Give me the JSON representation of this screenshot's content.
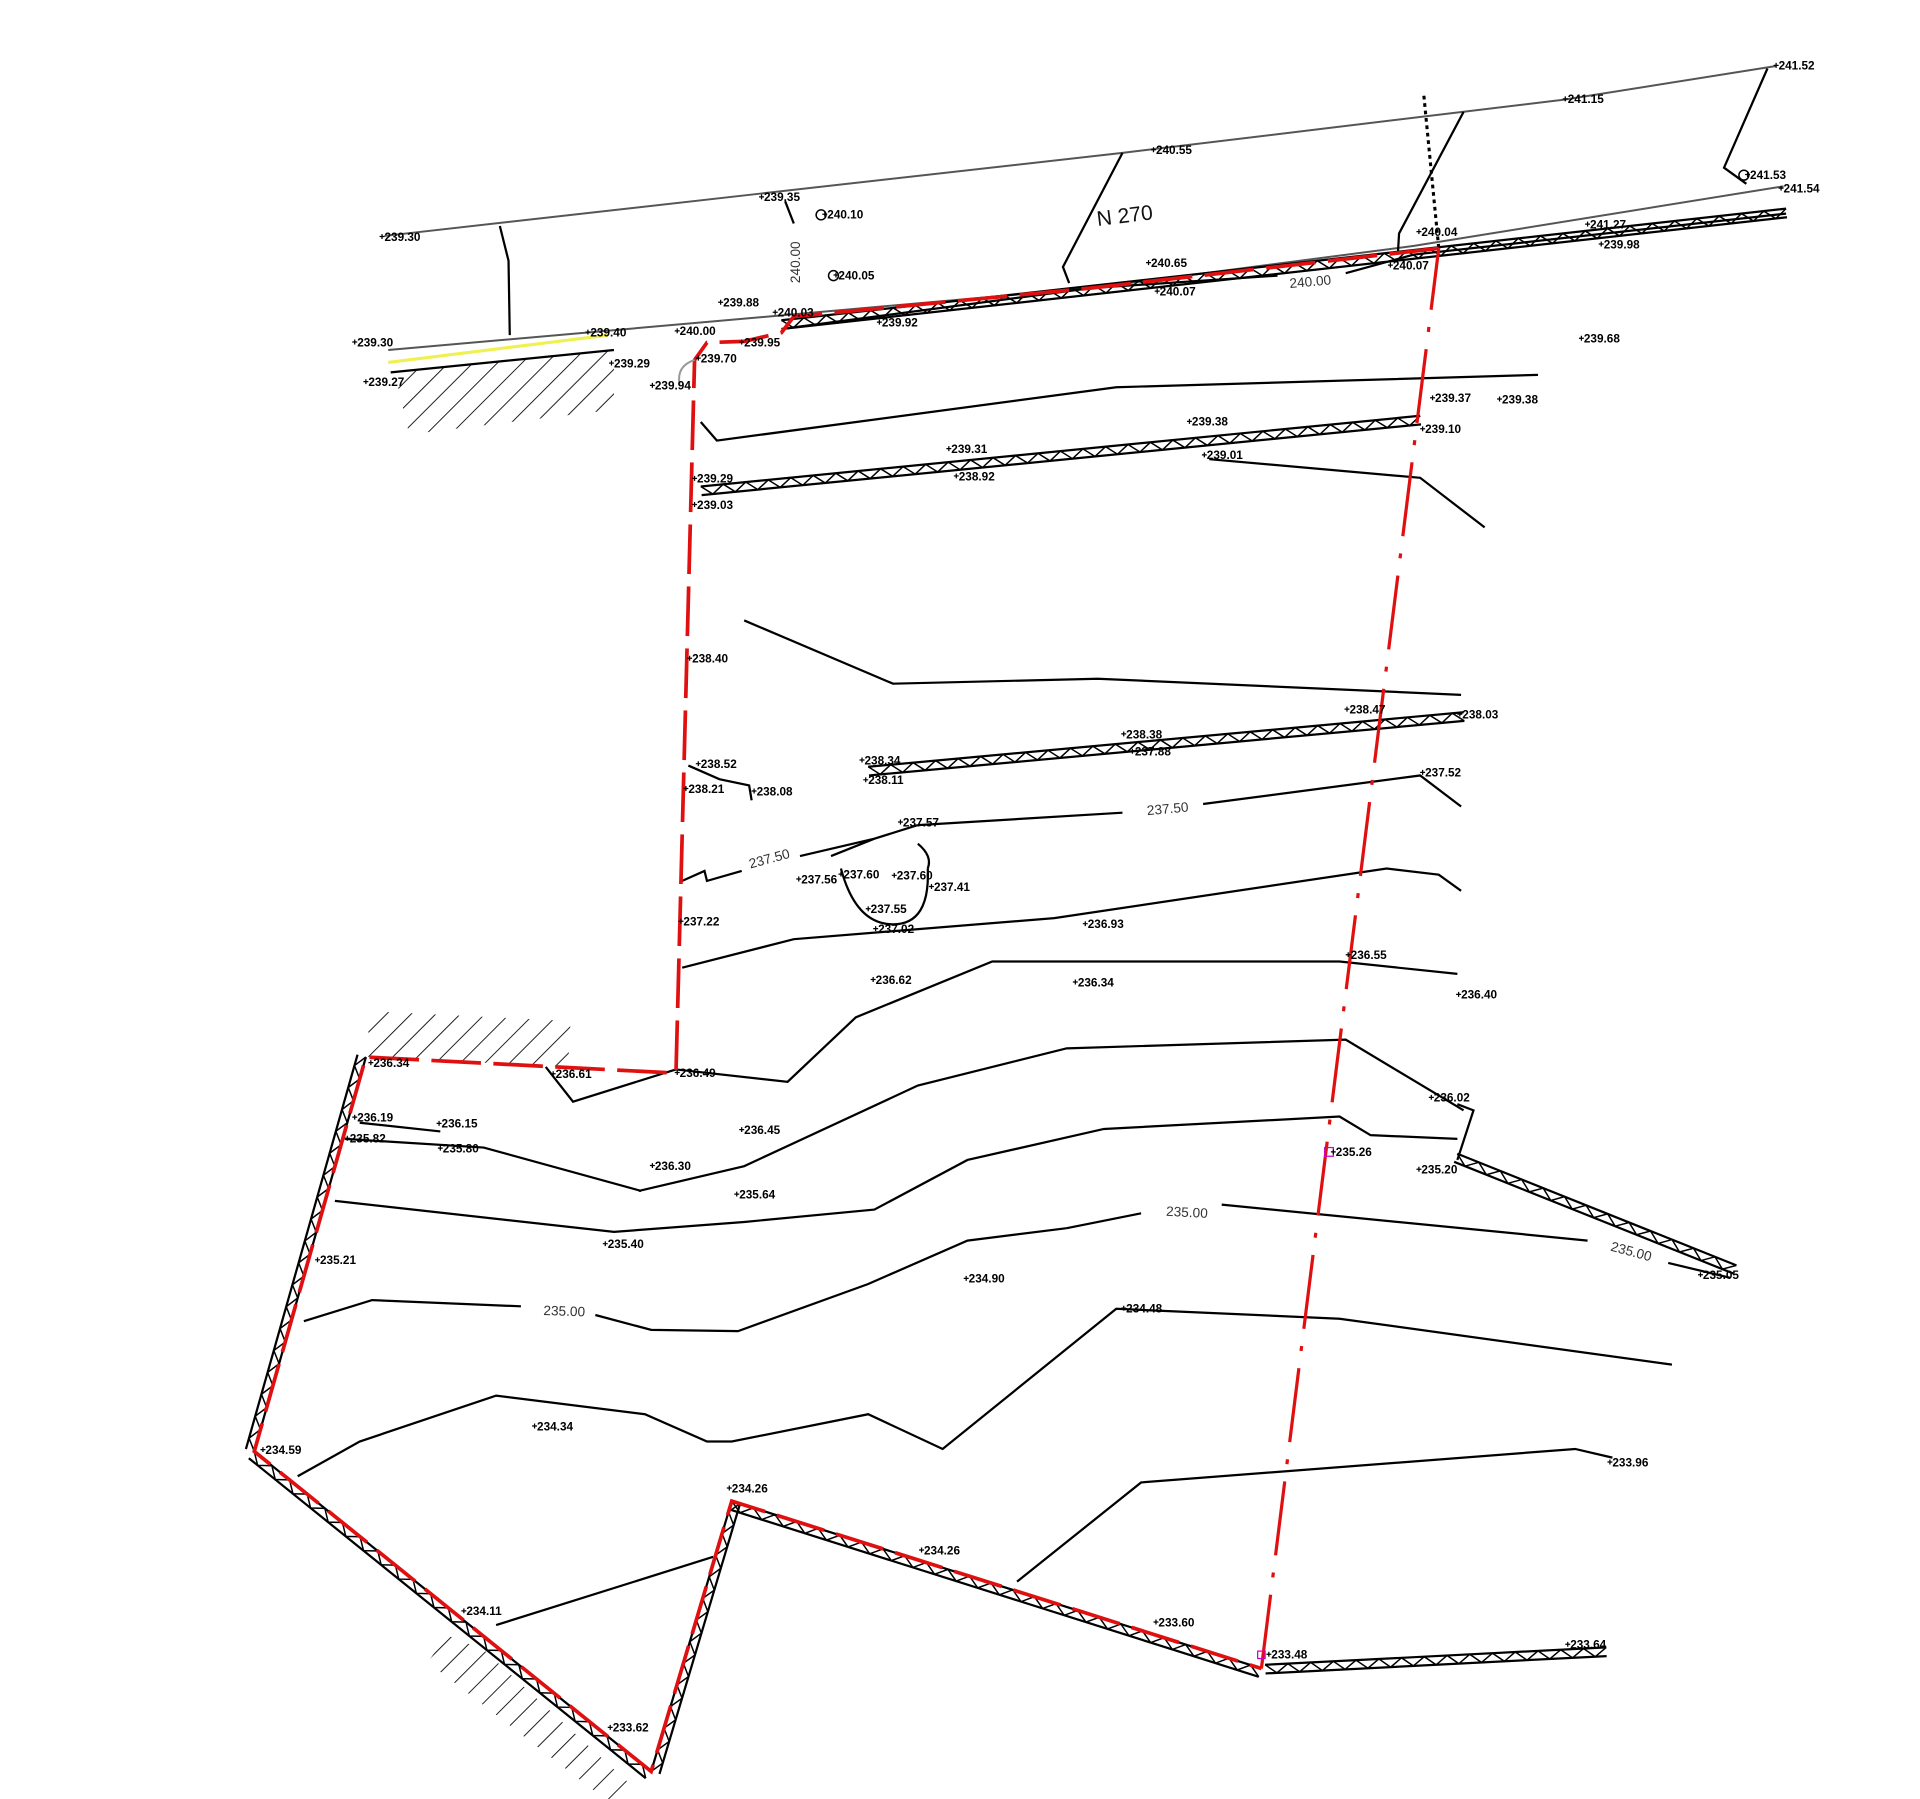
{
  "road_label": "N 270",
  "contour_labels": [
    "240.00",
    "240.00",
    "237.50",
    "237.50",
    "235.00",
    "235.00",
    "235.00"
  ],
  "elevations": [
    "239.30",
    "239.35",
    "240.10",
    "240.05",
    "240.55",
    "241.15",
    "241.52",
    "241.53",
    "241.54",
    "241.27",
    "239.98",
    "240.04",
    "240.07",
    "240.65",
    "240.07",
    "239.88",
    "240.03",
    "239.92",
    "239.95",
    "240.00",
    "239.70",
    "239.94",
    "239.30",
    "239.40",
    "239.29",
    "239.27",
    "239.68",
    "239.37",
    "239.38",
    "239.10",
    "239.38",
    "239.31",
    "239.01",
    "238.92",
    "239.29",
    "239.03",
    "238.40",
    "238.47",
    "238.03",
    "238.38",
    "237.88",
    "238.34",
    "238.11",
    "238.52",
    "238.21",
    "238.08",
    "237.52",
    "237.57",
    "237.56",
    "237.60",
    "237.60",
    "237.41",
    "237.55",
    "237.02",
    "237.22",
    "236.93",
    "236.55",
    "236.62",
    "236.34",
    "236.40",
    "236.34",
    "236.61",
    "236.49",
    "236.02",
    "236.19",
    "236.15",
    "235.82",
    "235.80",
    "236.45",
    "236.30",
    "235.26",
    "235.20",
    "235.64",
    "235.05",
    "235.40",
    "235.21",
    "234.90",
    "234.48",
    "234.34",
    "233.96",
    "234.59",
    "234.26",
    "234.26",
    "234.11",
    "233.60",
    "233.48",
    "233.64",
    "233.62"
  ],
  "colors": {
    "boundary": "#e01010",
    "road_edge": "#555555",
    "highlight": "#f0f050"
  }
}
